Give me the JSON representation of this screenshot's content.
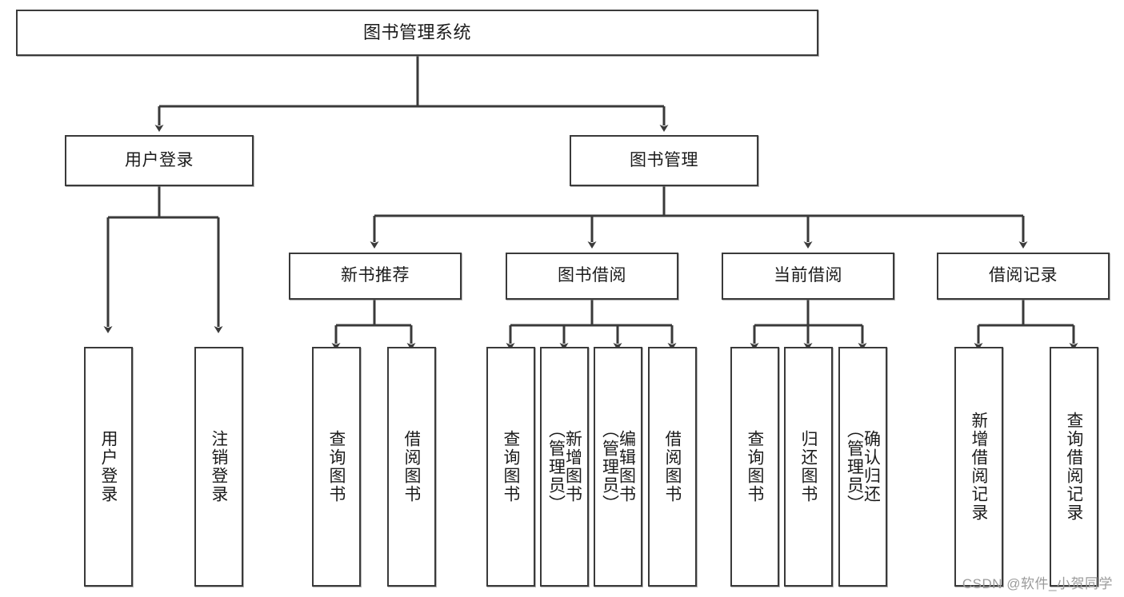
{
  "diagram": {
    "title": "图书管理系统",
    "type": "tree",
    "watermark": "CSDN @软件_小贺同学",
    "colors": {
      "box_border": "#3a3a3a",
      "box_fill": "#ffffff",
      "connector": "#3a3a3a",
      "text": "#1b1b1b",
      "watermark": "#9b9b9b"
    },
    "levels": {
      "root": "图书管理系统",
      "level2": [
        "用户登录",
        "图书管理"
      ],
      "level3": [
        "新书推荐",
        "图书借阅",
        "当前借阅",
        "借阅记录"
      ],
      "leaves": [
        "用户登录",
        "注销登录",
        "查询图书",
        "借阅图书",
        "查询图书",
        "新增图书（管理员）",
        "编辑图书（管理员）",
        "借阅图书",
        "查询图书",
        "归还图书",
        "确认归还（管理员）",
        "新增借阅记录",
        "查询借阅记录"
      ]
    },
    "nodes": {
      "root": {
        "label": "图书管理系统"
      },
      "user_login": {
        "label": "用户登录"
      },
      "book_admin": {
        "label": "图书管理"
      },
      "new_book_rec": {
        "label": "新书推荐"
      },
      "book_borrow": {
        "label": "图书借阅"
      },
      "current_borrow": {
        "label": "当前借阅"
      },
      "borrow_record": {
        "label": "借阅记录"
      },
      "leaf_user_login": {
        "label": "用户登录"
      },
      "leaf_user_logout": {
        "label": "注销登录"
      },
      "leaf_rec_query": {
        "label": "查询图书"
      },
      "leaf_rec_borrow": {
        "label": "借阅图书"
      },
      "leaf_bb_query": {
        "label": "查询图书"
      },
      "leaf_bb_add": {
        "label": "新增图书\n（管理员）"
      },
      "leaf_bb_edit": {
        "label": "编辑图书\n（管理员）"
      },
      "leaf_bb_borrow": {
        "label": "借阅图书"
      },
      "leaf_cb_query": {
        "label": "查询图书"
      },
      "leaf_cb_return": {
        "label": "归还图书"
      },
      "leaf_cb_confirm": {
        "label": "确认归还\n（管理员）"
      },
      "leaf_br_add": {
        "label": "新增借阅记录"
      },
      "leaf_br_query": {
        "label": "查询借阅记录"
      }
    }
  }
}
